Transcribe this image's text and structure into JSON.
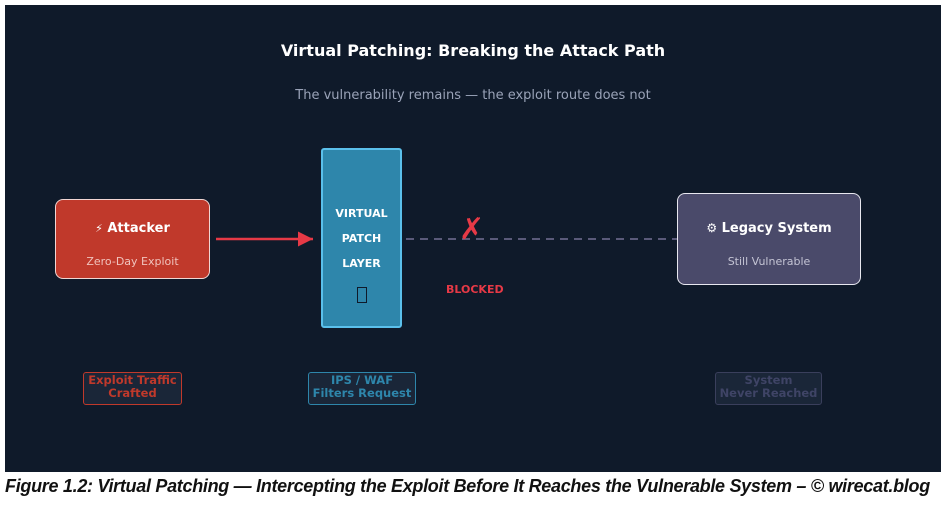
{
  "diagram": {
    "title": "Virtual Patching: Breaking the Attack Path",
    "subtitle": "The vulnerability remains — the exploit route does not",
    "attacker": {
      "icon": "lightning-icon",
      "icon_glyph": "⚡",
      "label": "Attacker",
      "sublabel": "Zero-Day Exploit",
      "color": "#c0392b"
    },
    "patch_layer": {
      "lines": [
        "VIRTUAL",
        "PATCH",
        "LAYER"
      ],
      "icon": "shield-icon",
      "color": "#2e86ab",
      "border_color": "#5bc0eb"
    },
    "blocked": {
      "mark": "✗",
      "label": "BLOCKED",
      "color": "#e63946"
    },
    "legacy": {
      "icon": "gear-icon",
      "icon_glyph": "⚙",
      "label": "Legacy System",
      "sublabel": "Still Vulnerable",
      "color": "#4a4a6a"
    },
    "tags": [
      {
        "line1": "Exploit Traffic",
        "line2": "Crafted"
      },
      {
        "line1": "IPS / WAF",
        "line2": "Filters Request"
      },
      {
        "line1": "System",
        "line2": "Never Reached"
      }
    ]
  },
  "caption": "Figure 1.2: Virtual Patching — Intercepting the Exploit Before It Reaches the Vulnerable System – © wirecat.blog"
}
